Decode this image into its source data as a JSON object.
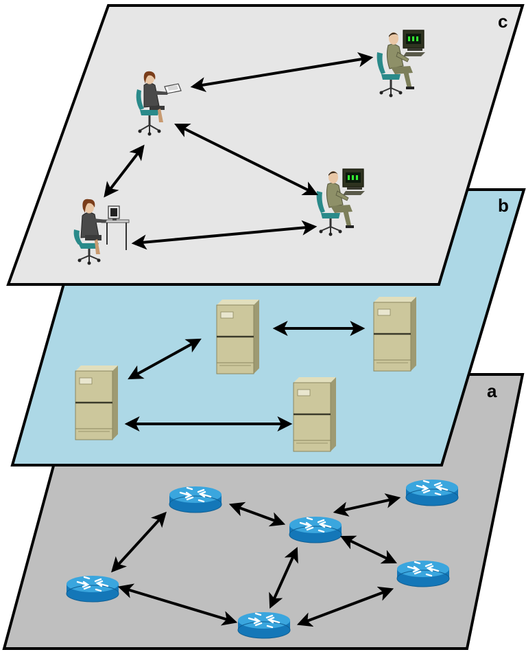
{
  "layers": {
    "a": {
      "label": "a",
      "fill": "#bfbfbf",
      "nodes": "router"
    },
    "b": {
      "label": "b",
      "fill": "#add8e6",
      "nodes": "server"
    },
    "c": {
      "label": "c",
      "fill": "#e6e6e6",
      "nodes": "person-at-computer"
    }
  },
  "colors": {
    "outline": "#000000",
    "arrow": "#000000",
    "router_top": "#2e9fd9",
    "router_side": "#1477b8",
    "server_body": "#c8c49a",
    "server_side": "#9c9870",
    "person_suit": "#8e9068",
    "chair": "#2a8a8a",
    "screen": "#1f3d1f"
  }
}
